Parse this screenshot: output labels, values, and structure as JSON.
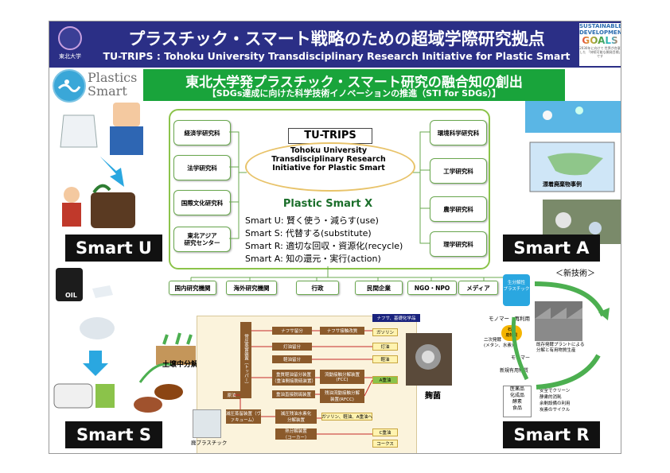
{
  "header": {
    "university": "東北大学",
    "title_jp": "プラスチック・スマート戦略のための超域学際研究拠点",
    "title_en": "TU-TRIPS : Tohoku University Transdisciplinary Research Initiative for Plastic Smart",
    "sdg_line1": "SUSTAINABLE",
    "sdg_line2": "DEVELOPMENT",
    "sdg_line3": "GOALS",
    "sdg_small": "2030年に向けて 世界が合意した 「持続可能な開発目標」です"
  },
  "logo": {
    "line1": "Plastics",
    "line2": "Smart"
  },
  "banner": {
    "title": "東北大学発プラスチック・スマート研究の融合知の創出",
    "subtitle": "【SDGs達成に向けた科学技術イノベーションの推進（STI for SDGs）】"
  },
  "departments_left": [
    "経済学研究科",
    "法学研究科",
    "国際文化研究科",
    "東北アジア\n研究センター"
  ],
  "departments_right": [
    "環境科学研究科",
    "工学研究科",
    "農学研究科",
    "理学研究科"
  ],
  "trips": {
    "title": "TU-TRIPS",
    "subtitle": "Tohoku University\nTransdisciplinary Research\nInitiative for Plastic Smart"
  },
  "plastic_smart_x": {
    "title": "Plastic Smart X",
    "lines": [
      "Smart U:  賢く使う・減らす(use)",
      "Smart S:  代替する(substitute)",
      "Smart R:  適切な回収・資源化(recycle)",
      "Smart A:  知の還元・実行(action)"
    ]
  },
  "stakeholders": [
    "国内研究機関",
    "海外研究機関",
    "行政",
    "民間企業",
    "NGO・NPO",
    "メディア"
  ],
  "smart_labels": {
    "u": "Smart U",
    "a": "Smart A",
    "s": "Smart S",
    "r": "Smart R"
  },
  "smart_a": {
    "caption": "漂着廃棄物事例"
  },
  "smart_s": {
    "soil": "土壌中分解",
    "oil": "OIL"
  },
  "process": {
    "header": "ナフサ、基礎化学品",
    "crude": "原油",
    "refinery": "常圧蒸留装置（トッパー）",
    "vacuum": "減圧蒸留装置（ヴァキューム）",
    "waste": "廃プラスチック",
    "mid": [
      "ナフサ留分",
      "灯油留分",
      "軽油留分",
      "重質軽油留分装置\n（重油間接脱硫装置）",
      "重油直接脱硫装置"
    ],
    "right": [
      "ナフサ接触改質",
      "流動接触分解装置\n(FCC)",
      "残油流動接触分解\n装置(RFCC)"
    ],
    "bottom": [
      "減圧残油水素化\n分解装置",
      "熱分解装置\n（コーカー）"
    ],
    "bottom_out": "ガソリン、軽油、A重油へ",
    "products": [
      "ガソリン",
      "灯油",
      "軽油",
      "A重油",
      "C重油",
      "コークス"
    ],
    "microbe": "麹菌"
  },
  "smart_r": {
    "new_tech": "＜新技術＞",
    "bio_plastic": "生分解性\nプラスチック",
    "monomer_reuse": "モノマー　再利用",
    "coal_waste": "石炭\n廃物質",
    "secondary": "二次発酵\n(メタン、水素)",
    "monomer": "モノマー",
    "plant": "既存発酵プラントによる\n分解と有用物質生産",
    "useful": "新規有用物質",
    "products": "医薬品\n化成品\n酵素\n食品",
    "bullets": [
      "安全でクリーン",
      "静粛的消耗",
      "余剰設備の利用",
      "炭素のサイクル"
    ]
  },
  "colors": {
    "header": "#2b2f86",
    "banner": "#19a43b",
    "accent_green": "#8bc34a",
    "label_bg": "#111111"
  }
}
